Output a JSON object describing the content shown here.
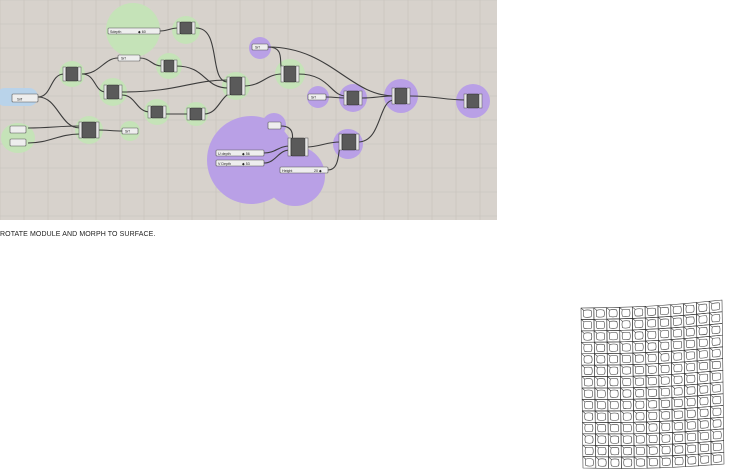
{
  "caption": "ROTATE MODULE AND MORPH TO SURFACE.",
  "colors": {
    "canvas_bg": "#d7d2cc",
    "grid_line": "#c6c1bb",
    "green_group": "#c5e3b8",
    "purple_group": "#b9a0e6",
    "blue_group": "#b9d3ea",
    "wire": "#3c3c3c"
  },
  "labels": {
    "sdepth": "Sdepth",
    "sdepth_value": "◆ 60",
    "u_depth": "U depth",
    "u_depth_value": "◆ 56",
    "v_depth": "V Depth",
    "v_depth_value": "◆ 53",
    "height": "Height",
    "height_value": "20 ◆",
    "srf": "Srf"
  },
  "icons": [
    "panel-icon",
    "component-icon",
    "slider-icon",
    "mesh-wall-icon"
  ]
}
